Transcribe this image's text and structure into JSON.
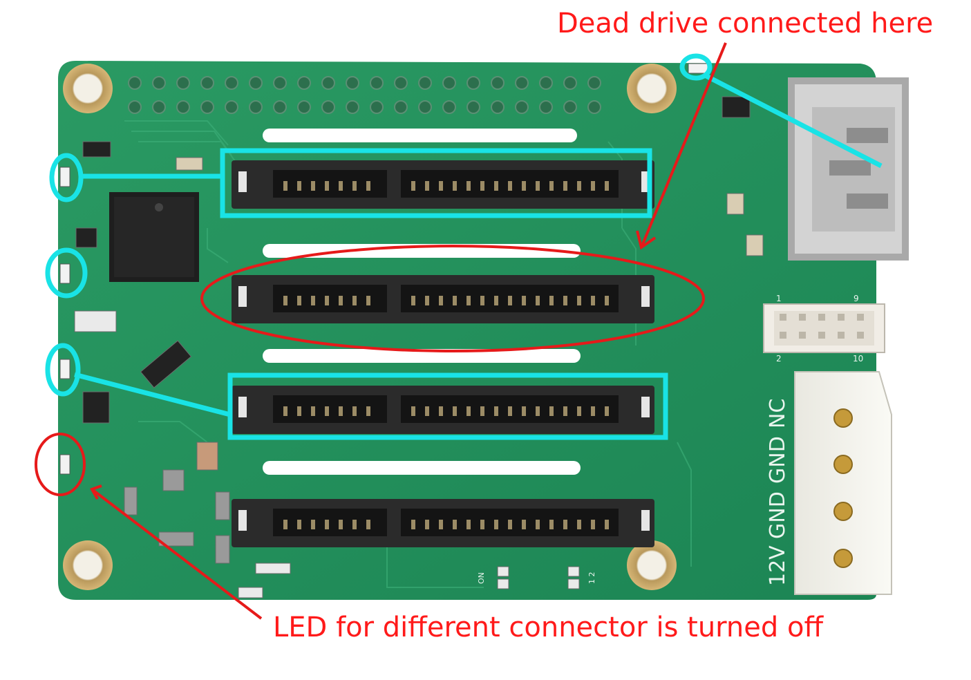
{
  "annotations": {
    "top_note": "Dead drive connected here",
    "bottom_note": "LED for different connector is turned off"
  },
  "board": {
    "power_pins": [
      "12V",
      "GND",
      "GND",
      "NC"
    ],
    "header_numbers": {
      "start_top": "1",
      "end_top": "9",
      "start_bottom": "2",
      "end_bottom": "10"
    },
    "jumper_labels": [
      "ON",
      "1 2"
    ]
  },
  "colors": {
    "board": "#1f8f5b",
    "highlight": "#19e3e6",
    "alert": "#ff1a1a",
    "connector": "#2b2b2b",
    "mount_hole": "#c9a86a",
    "molex": "#f0f0ea"
  },
  "counts": {
    "sata_connectors": 4,
    "status_leds": 4,
    "header_pins_per_row": 20
  }
}
